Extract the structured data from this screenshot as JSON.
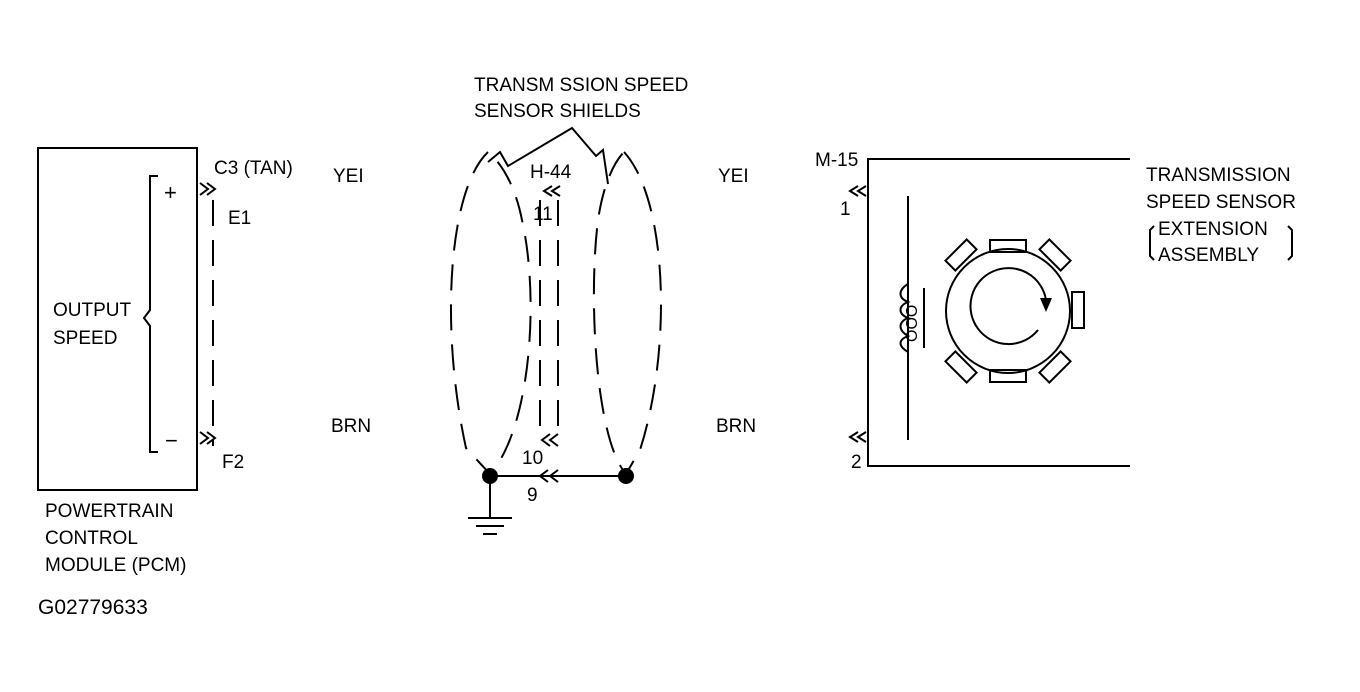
{
  "pcm": {
    "box_label_line1": "OUTPUT",
    "box_label_line2": "SPEED",
    "plus_symbol": "+",
    "minus_symbol": "−",
    "connector": "C3 (TAN)",
    "pin_top": "E1",
    "pin_bottom": "F2",
    "name_line1": "POWERTRAIN",
    "name_line2": "CONTROL",
    "name_line3": "MODULE (PCM)"
  },
  "wires": {
    "top_left_color": "YEI",
    "top_right_color": "YEI",
    "bottom_left_color": "BRN",
    "bottom_right_color": "BRN"
  },
  "shields": {
    "title_line1": "TRANSM SSION SPEED",
    "title_line2": "SENSOR SHIELDS",
    "connector": "H-44",
    "pin_top": "11",
    "pin_bottom": "10",
    "ground_pin": "9"
  },
  "sensor": {
    "connector": "M-15",
    "pin_top": "1",
    "pin_bottom": "2",
    "coil_label": "OOO",
    "name_line1": "TRANSMISSION",
    "name_line2": "SPEED SENSOR",
    "name_line3": "EXTENSION",
    "name_line4": "ASSEMBLY"
  },
  "figure_id": "G02779633"
}
